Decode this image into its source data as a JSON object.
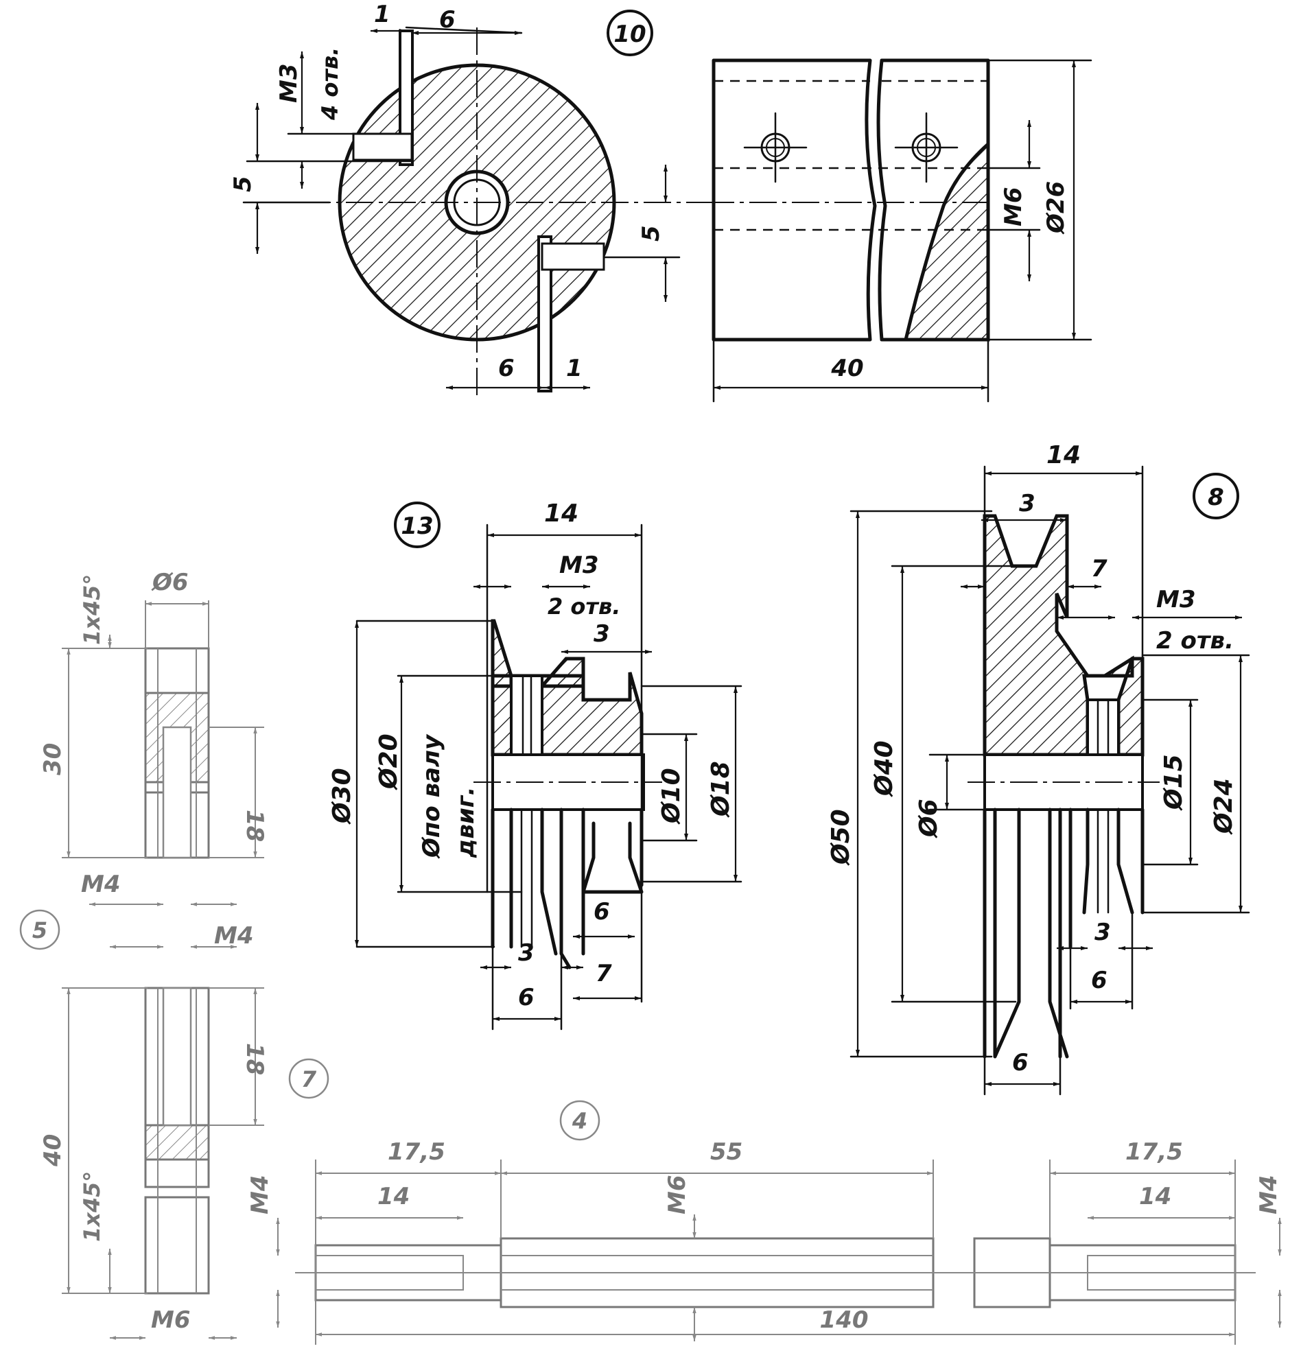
{
  "part10": {
    "id": "10",
    "thread": "M3",
    "holes": "4 отв.",
    "dim_1_top": "1",
    "dim_6_top": "6",
    "dim_5_left": "5",
    "dim_5_right": "5",
    "dim_6_bottom": "6",
    "dim_1_bottom": "1",
    "len": "40",
    "inner_thread": "M6",
    "diameter": "Ø26"
  },
  "part13": {
    "id": "13",
    "width": "14",
    "thread": "M3",
    "holes": "2 отв.",
    "groove_3": "3",
    "d30": "Ø30",
    "d20": "Ø20",
    "bore_line1": "Øпо валу",
    "bore_line2": "двиг.",
    "d10": "Ø10",
    "d18": "Ø18",
    "dim_6_right": "6",
    "dim_3_bottom": "3",
    "dim_6_bottom": "6",
    "dim_7_bottom": "7"
  },
  "part8": {
    "id": "8",
    "width": "14",
    "groove_3_top": "3",
    "dim_7": "7",
    "thread": "M3",
    "holes": "2 отв.",
    "d50": "Ø50",
    "d40": "Ø40",
    "d6": "Ø6",
    "d15": "Ø15",
    "d24": "Ø24",
    "dim_3_bottom": "3",
    "dim_6_right": "6",
    "dim_6_bottom": "6"
  },
  "part5": {
    "id": "5",
    "chamfer": "1x45°",
    "diameter": "Ø6",
    "len_30": "30",
    "len_18": "18",
    "thread": "M4"
  },
  "part7": {
    "id": "7",
    "thread_top": "M4",
    "len_18": "18",
    "len_40": "40",
    "chamfer": "1x45°",
    "thread_bottom": "M6"
  },
  "part4": {
    "id": "4",
    "left_17_5": "17,5",
    "mid_55": "55",
    "right_17_5": "17,5",
    "left_14": "14",
    "right_14": "14",
    "thread_left": "M4",
    "thread_mid": "M6",
    "thread_right": "M4",
    "total": "140"
  }
}
